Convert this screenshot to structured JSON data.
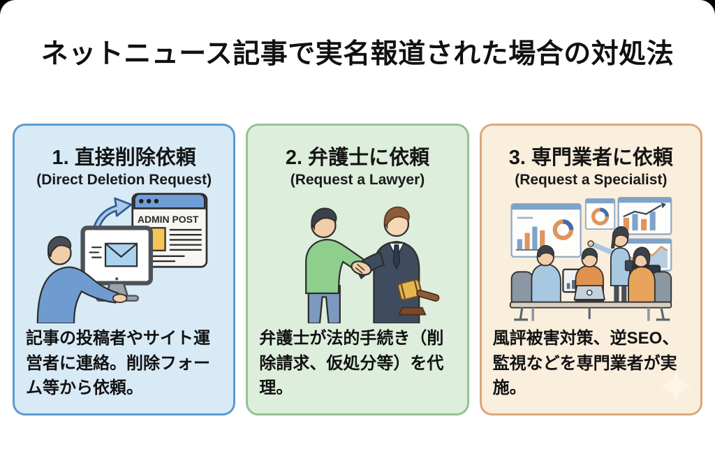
{
  "page": {
    "title": "ネットニュース記事で実名報道された場合の対処法"
  },
  "cards": [
    {
      "title": "1. 直接削除依頼",
      "subtitle": "(Direct Deletion Request)",
      "description": "記事の投稿者やサイト運営者に連絡。削除フォーム等から依頼。",
      "illustration": "person-at-computer-emailing-site-admin",
      "window_label": "ADMIN POST",
      "colors": {
        "background": "#d8eaf6",
        "border": "#5a9bd0"
      }
    },
    {
      "title": "2. 弁護士に依頼",
      "subtitle": "(Request a Lawyer)",
      "description": "弁護士が法的手続き（削除請求、仮処分等）を代理。",
      "illustration": "client-lawyer-handshake-with-gavel",
      "colors": {
        "background": "#ddeedd",
        "border": "#95c295"
      }
    },
    {
      "title": "3. 専門業者に依頼",
      "subtitle": "(Request a Specialist)",
      "description": "風評被害対策、逆SEO、監視などを専門業者が実施。",
      "illustration": "specialist-team-analytics-meeting",
      "colors": {
        "background": "#faeedd",
        "border": "#dca878"
      }
    }
  ]
}
